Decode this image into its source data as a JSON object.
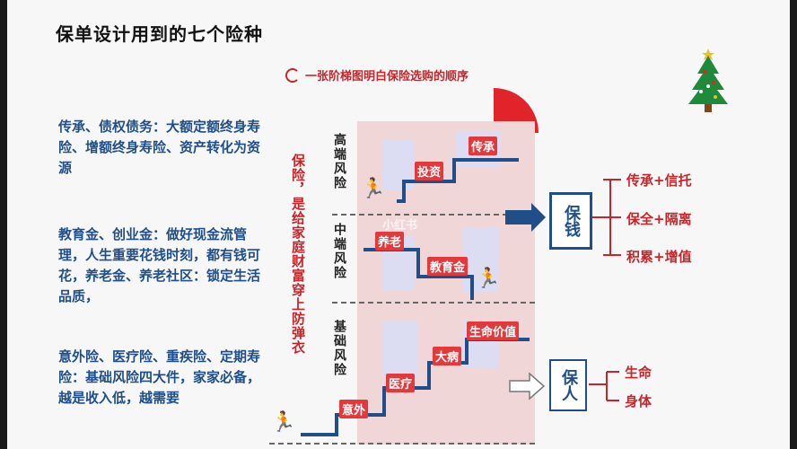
{
  "title": "保单设计用到的七个险种",
  "subtitle": "一张阶梯图明白保险选购的顺序",
  "left_blocks": [
    "传承、债权债务：大额定额终身寿险、增额终身寿险、资产转化为资源",
    "教育金、创业金：做好现金流管理，人生重要花钱时刻，都有钱可花，养老金、养老社区：锁定生活品质，",
    "意外险、医疗险、重疾险、定期寿险：基础风险四大件，家家必备，越是收入低，越需要"
  ],
  "vertical_slogan": "保险，是给家庭财富穿上防弹衣",
  "tiers": [
    {
      "label": "高端风险"
    },
    {
      "label": "中端风险"
    },
    {
      "label": "基础风险"
    }
  ],
  "steps": {
    "high": [
      "投资",
      "传承"
    ],
    "mid": [
      "养老",
      "教育金"
    ],
    "base": [
      "意外",
      "医疗",
      "大病",
      "生命价值"
    ]
  },
  "right_box_1": "保钱",
  "right_box_1_items": [
    "传承+信托",
    "保全+隔离",
    "积累+增值"
  ],
  "right_box_2": "保人",
  "right_box_2_items": [
    "生命",
    "身体"
  ],
  "watermark": "小红书",
  "colors": {
    "accent_red": "#c8252a",
    "accent_blue": "#1f4e89",
    "building": "#f0d6d6"
  }
}
